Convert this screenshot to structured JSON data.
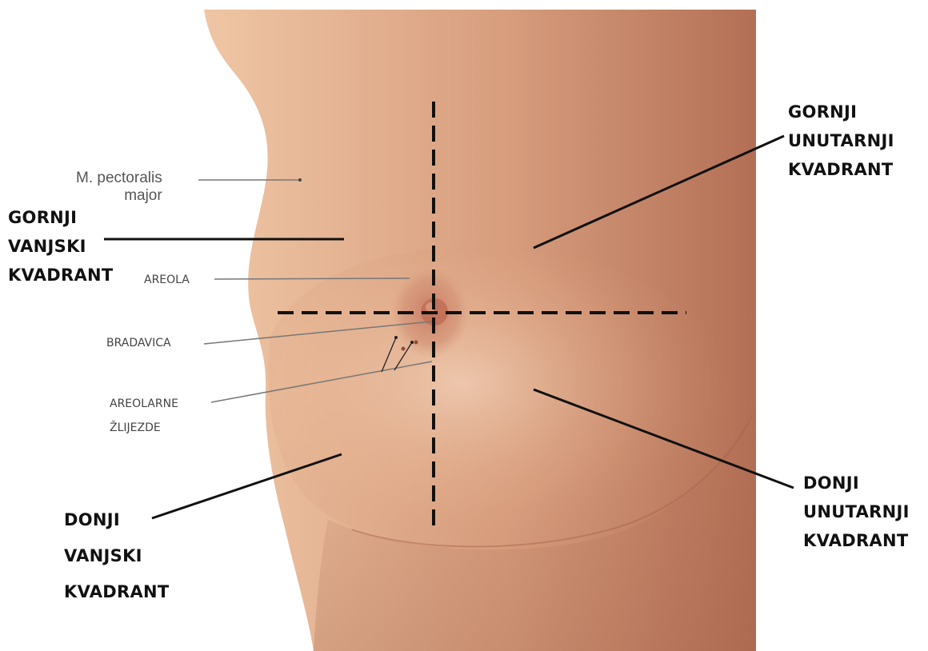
{
  "colors": {
    "skin_light": "#efc6a5",
    "skin_mid": "#d79d7d",
    "skin_dark": "#b36f55",
    "areola": "#c97d64",
    "lines": "#111111",
    "leaders": "#777777"
  },
  "labels": {
    "gornji_vanjski": [
      "GORNJI",
      "VANJSKI",
      "KVADRANT"
    ],
    "gornji_unutarnji": [
      "GORNJI",
      "UNUTARNJI",
      "KVADRANT"
    ],
    "donji_vanjski": [
      "DONJI",
      "VANJSKI",
      "KVADRANT"
    ],
    "donji_unutarnji": [
      "DONJI",
      "UNUTARNJI",
      "KVADRANT"
    ],
    "muscle": [
      "M. pectoralis",
      "major"
    ],
    "areola": "AREOLA",
    "bradavica": "BRADAVICA",
    "areolarne": [
      "AREOLARNE",
      "ŽLIJEZDE"
    ]
  }
}
